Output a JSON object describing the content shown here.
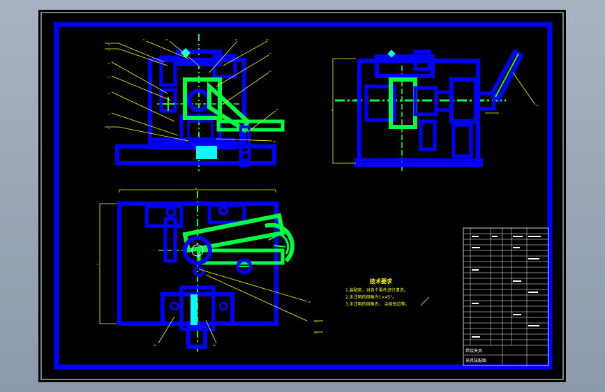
{
  "drawing": {
    "notes": {
      "title": "技术要求",
      "lines": [
        "1.装配前，对各个零件进行清洗。",
        "2.未注明的倒角为1×45°。",
        "3.未注明的倒角去、 尖棱锐边等。"
      ]
    },
    "title_block": {
      "field_1": "焊接夹具",
      "field_2": "夹具装配图"
    },
    "colors": {
      "background": "#000000",
      "frame": "#0000ff",
      "part": "#00ff44",
      "leader": "#ffff00",
      "centerline": "#00ff44",
      "cyan": "#00ffff"
    }
  }
}
